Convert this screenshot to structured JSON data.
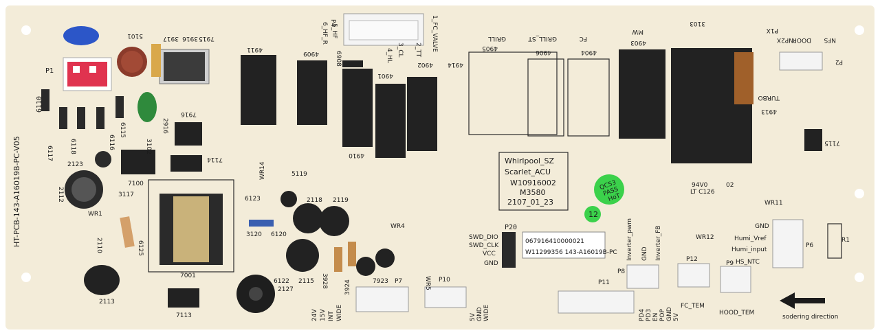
{
  "board": {
    "side_label": "HT-PCB-143-A16019B-PC-V05",
    "upper_left_ref": "6110",
    "p1": "P1"
  },
  "labels": {
    "ic_left_refs": [
      "6117",
      "6118",
      "6116",
      "6115",
      "2123",
      "2112",
      "3117",
      "2110",
      "6125",
      "2113",
      "7113",
      "7100",
      "3102",
      "2916",
      "7916",
      "7114",
      "5101",
      "3917",
      "3916",
      "7915",
      "4911",
      "7001",
      "6123",
      "3120",
      "6120",
      "6122",
      "2115",
      "2127",
      "2118",
      "2119",
      "WR14",
      "5119",
      "WR1"
    ],
    "mid_refs": [
      "P4",
      "5_HF",
      "6_HF_R",
      "1_FC_VALVE",
      "2_TT",
      "3_CL",
      "4_HL",
      "4909",
      "6908",
      "4910",
      "4901",
      "4902",
      "4914",
      "WR4",
      "P7",
      "P10",
      "WR5",
      "3928",
      "3924",
      "7923"
    ],
    "relay_refs": [
      "4905",
      "4906",
      "4904",
      "4903",
      "GRILL",
      "GRILL_ST",
      "FC",
      "MW",
      "3103",
      "4913",
      "TURBO",
      "7115"
    ],
    "right_refs": [
      "P1X",
      "NP2X",
      "DOOR",
      "NFS",
      "P2",
      "WR11",
      "R1",
      "P6",
      "P12",
      "P9",
      "P8",
      "P11",
      "WR12"
    ],
    "voltages_left": [
      "24V",
      "15V",
      "INT",
      "WIDE"
    ],
    "voltages_mid": [
      "5V",
      "GND",
      "WIDE"
    ],
    "p20_pins": [
      "SWD_DIO",
      "SWD_CLK",
      "VCC",
      "GND"
    ],
    "p20_ref": "P20",
    "sticker_barcode_top": "067916410000021",
    "sticker_barcode_bottom": "W11299356 143-A16019B-PC",
    "sticker_12": "12",
    "inverter": [
      "Inverter_pwm",
      "GND",
      "Inverter_FB"
    ],
    "humi": [
      "GND",
      "Humi_Vref",
      "Humi_input",
      "HS_NTC"
    ],
    "fc_tem": "FC_TEM",
    "hood_tem": "HOOD_TEM",
    "p11_pins": [
      "PD4",
      "PD3",
      "EN",
      "POP",
      "GND",
      "5V"
    ],
    "soldering": "sodering direction"
  },
  "labelbox": {
    "line1": "Whirlpool_SZ",
    "line2": "Scarlet_ACU",
    "line3": "W10916002",
    "line4": "M3580",
    "line5": "2107_01_23"
  },
  "qc": {
    "text1": "QC53",
    "text2": "PASS",
    "text3": "HoT"
  },
  "cert": {
    "line1": "94V0",
    "line2": "LT C126",
    "line3": "02"
  },
  "colors": {
    "board": "#f3ecd9",
    "relay": "#222222",
    "blue_cap": "#2c56c8",
    "green_cap": "#2f8a3c",
    "red_conn": "#e0334f",
    "sticker_green": "#3bd14b"
  }
}
